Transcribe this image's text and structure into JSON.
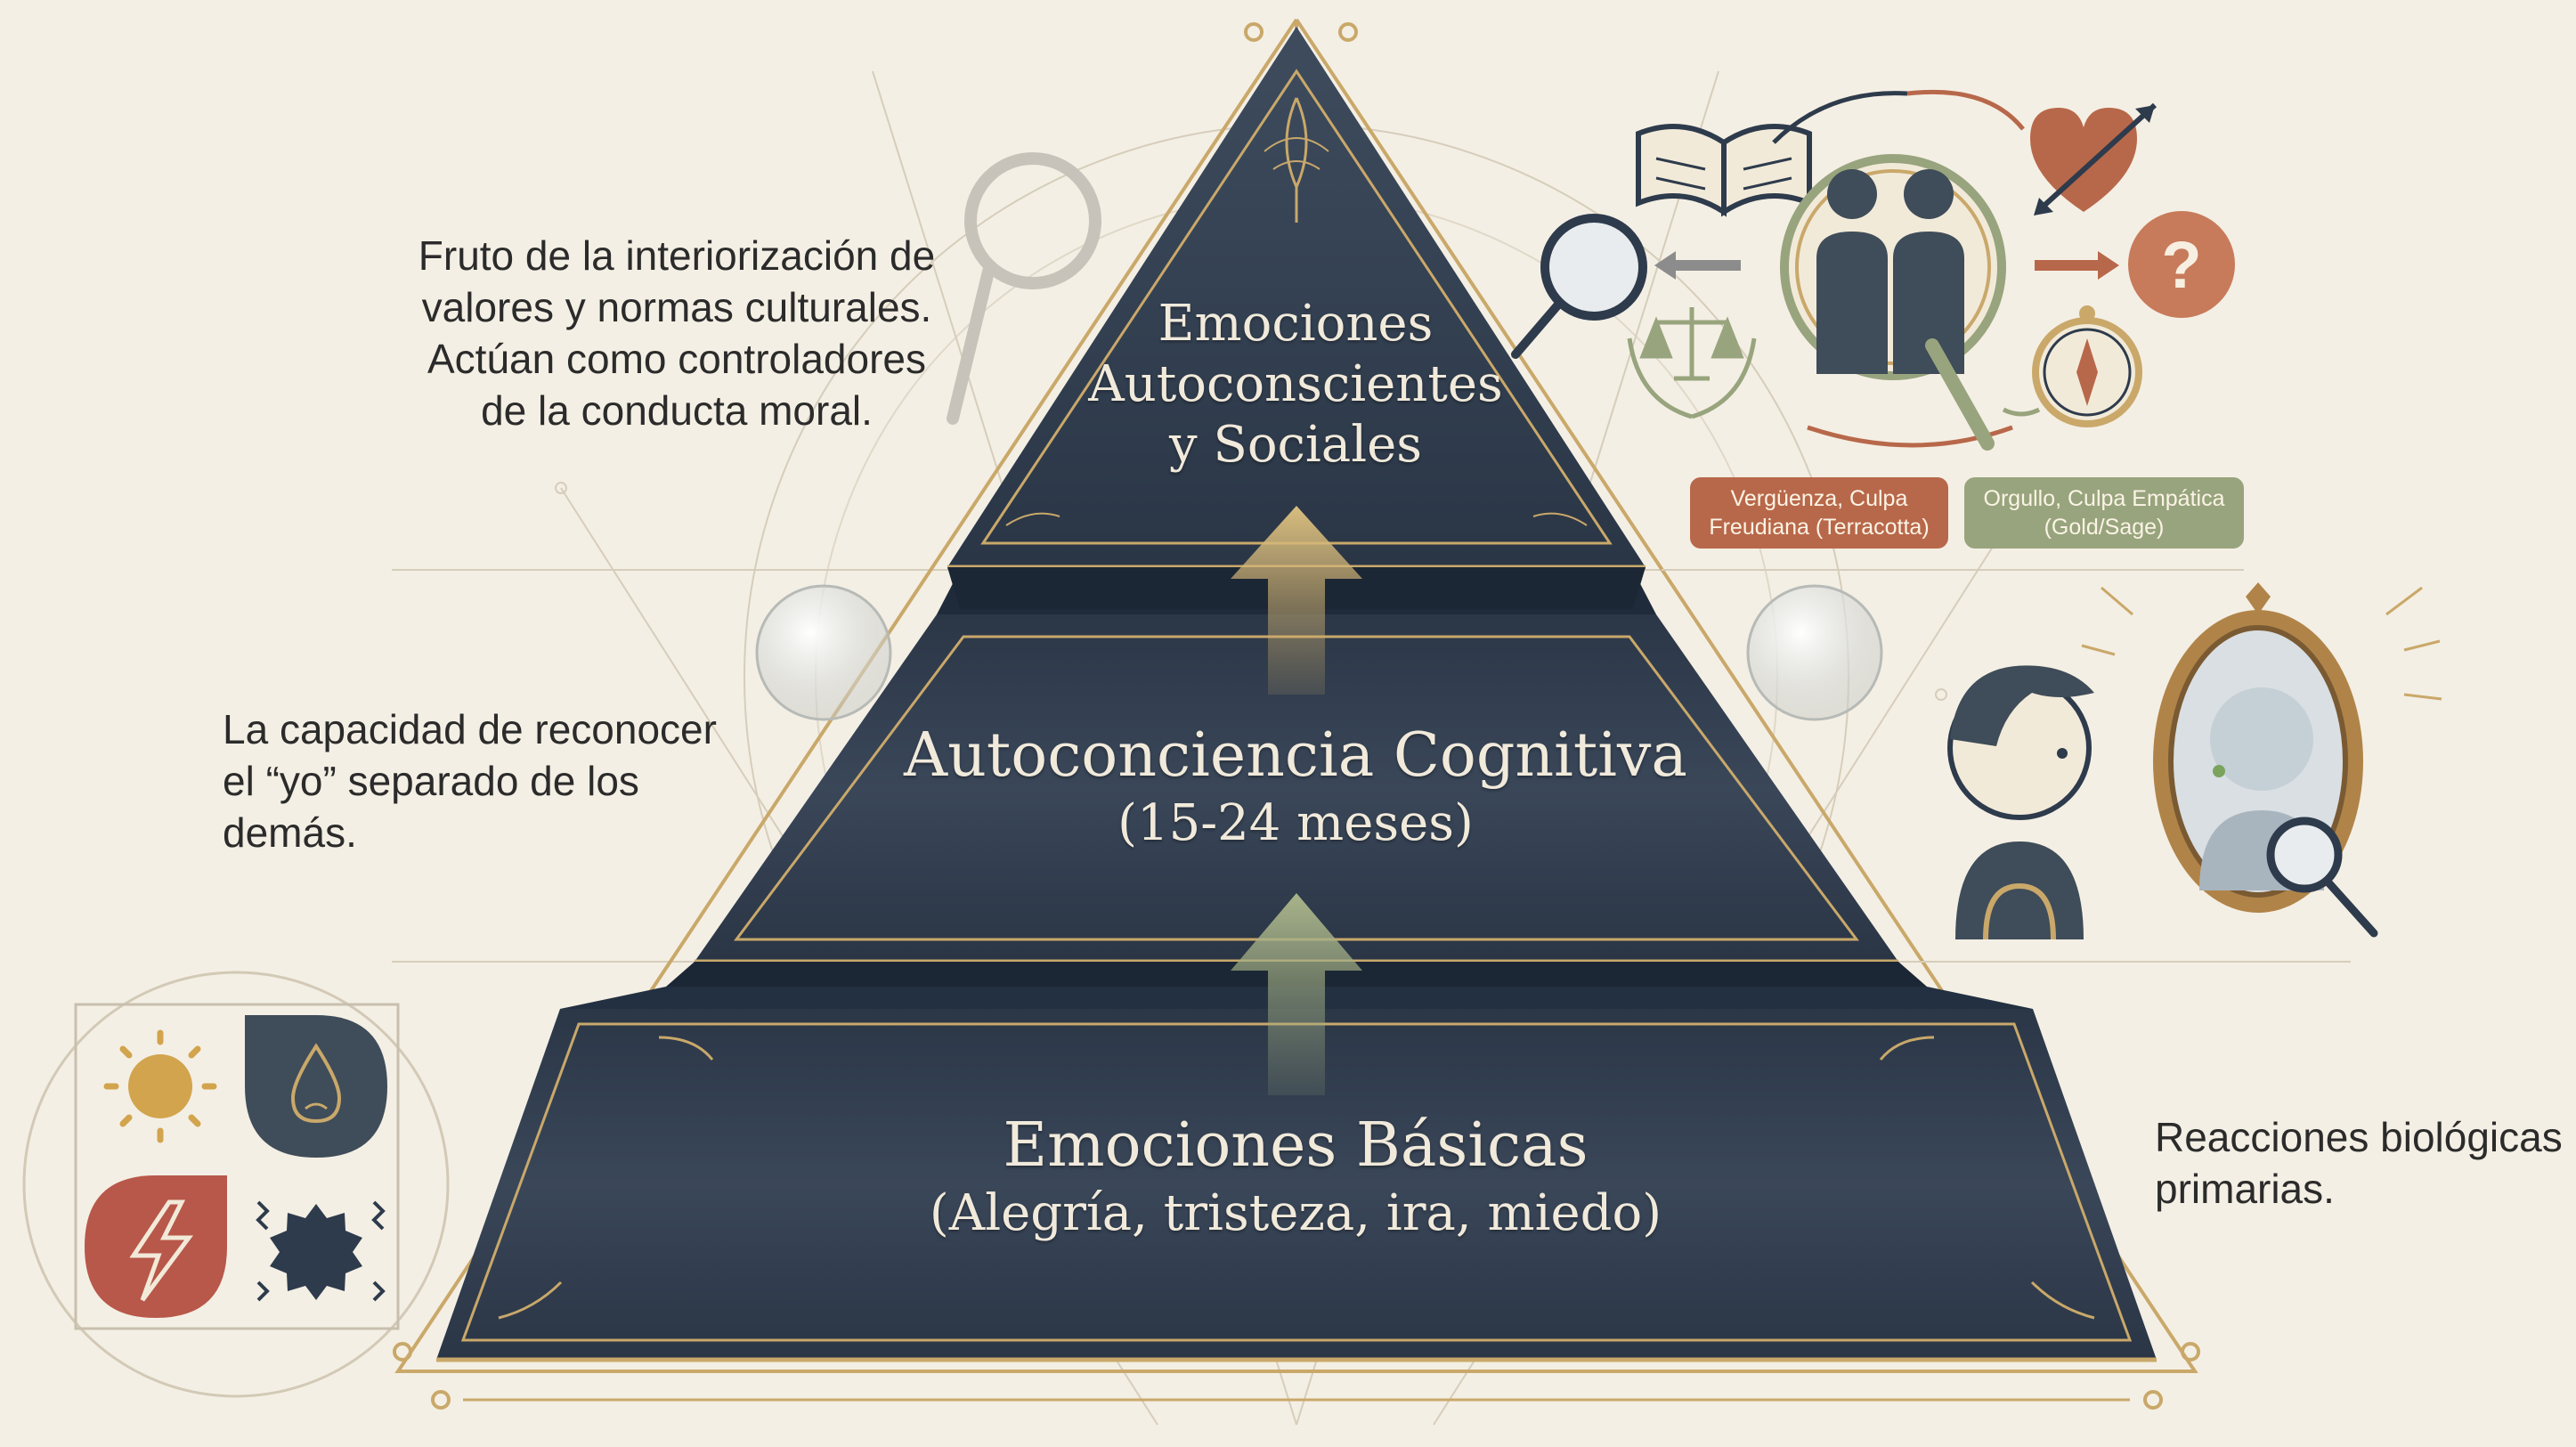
{
  "pyramid": {
    "top": {
      "lines": [
        "Emociones",
        "Autoconscientes",
        "y Sociales"
      ]
    },
    "middle": {
      "title": "Autoconciencia Cognitiva",
      "subtitle": "(15-24 meses)"
    },
    "bottom": {
      "title": "Emociones Básicas",
      "subtitle": "(Alegría, tristeza, ira, miedo)"
    }
  },
  "notes": {
    "top": [
      "Fruto de la interiorización de",
      "valores y normas culturales.",
      "Actúan como controladores",
      "de la conducta moral."
    ],
    "middle": [
      "La capacidad de reconocer",
      "el “yo” separado de los",
      "demás."
    ],
    "bottom": [
      "Reacciones biológicas",
      "primarias."
    ]
  },
  "badges": {
    "terracotta": [
      "Vergüenza, Culpa",
      "Freudiana (Terracotta)"
    ],
    "sage": [
      "Orgullo, Culpa Empática",
      "(Gold/Sage)"
    ]
  },
  "icons": {
    "social": [
      "open-book-icon",
      "magnifier-icon",
      "two-people-icon",
      "heart-icon",
      "question-icon",
      "scales-icon",
      "compass-icon"
    ],
    "mirror": [
      "child-profile-icon",
      "mirror-icon",
      "magnifier-icon"
    ],
    "basic": [
      "sun-icon",
      "drop-icon",
      "lightning-icon",
      "burst-icon"
    ]
  },
  "colors": {
    "background": "#f4efe4",
    "navy": "#2e3b4c",
    "gold": "#c9a86a",
    "sage": "#98a47d",
    "terracotta": "#b8684a",
    "cream_text": "#f1eadb"
  }
}
